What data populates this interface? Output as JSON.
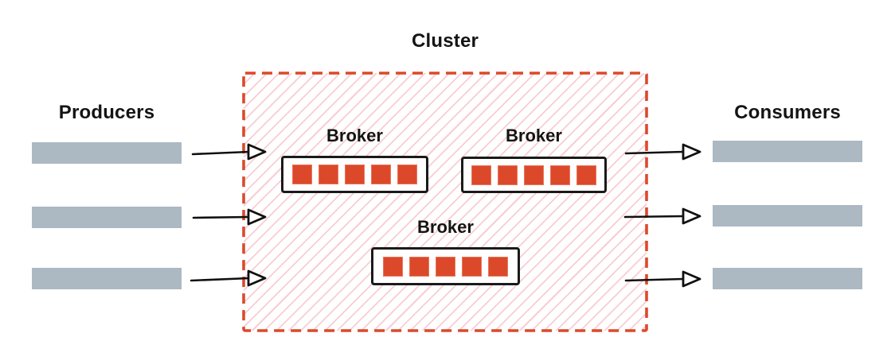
{
  "diagram": {
    "left_group": {
      "label": "Producers",
      "stream_count": 3
    },
    "right_group": {
      "label": "Consumers",
      "stream_count": 3
    },
    "cluster": {
      "label": "Cluster",
      "brokers": [
        {
          "label": "Broker",
          "partition_count": 5
        },
        {
          "label": "Broker",
          "partition_count": 5
        },
        {
          "label": "Broker",
          "partition_count": 5
        }
      ]
    },
    "arrows": {
      "producer_to_cluster_count": 3,
      "cluster_to_consumer_count": 3
    }
  },
  "colors": {
    "accent_red": "#DC492A",
    "hatch_pink": "#F8CDD4",
    "bar_gray": "#ACB8C2",
    "text": "#141414",
    "box_border": "#1A1A1A"
  }
}
